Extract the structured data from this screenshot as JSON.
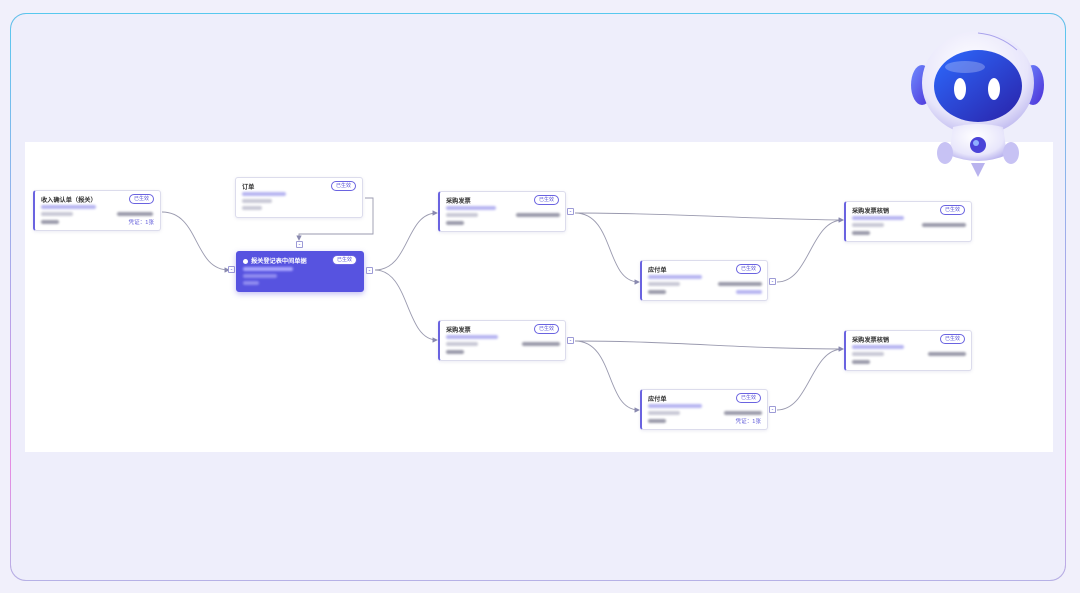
{
  "colors": {
    "accent": "#5753e0",
    "frame_gradient": [
      "#57c8ee",
      "#e58ce2"
    ]
  },
  "nodes": {
    "income": {
      "title": "收入确认单（报关）",
      "badge": "已生效",
      "cert": "凭证：1张"
    },
    "order": {
      "title": "订单",
      "badge": "已生效"
    },
    "customs": {
      "title": "报关登记表中间单据",
      "badge": "已生效"
    },
    "purchase1": {
      "title": "采购发票",
      "badge": "已生效"
    },
    "purchase2": {
      "title": "采购发票",
      "badge": "已生效"
    },
    "payable1": {
      "title": "应付单",
      "badge": "已生效"
    },
    "payable2": {
      "title": "应付单",
      "badge": "已生效",
      "cert": "凭证：1张"
    },
    "verify1": {
      "title": "采购发票核销",
      "badge": "已生效"
    },
    "verify2": {
      "title": "采购发票核销",
      "badge": "已生效"
    }
  },
  "toggle": {
    "symbol": "-"
  },
  "robot": {
    "icon": "robot-mascot-icon"
  }
}
